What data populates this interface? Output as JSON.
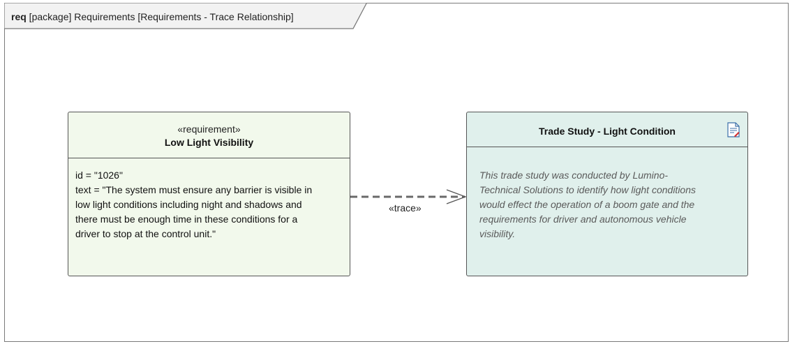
{
  "frame": {
    "keyword": "req",
    "title": " [package] Requirements [Requirements - Trace Relationship]"
  },
  "requirement": {
    "stereotype": "«requirement»",
    "name": "Low Light Visibility",
    "lines": [
      "id = \"1026\"",
      "text = \"The system must ensure any barrier is visible in",
      "low light conditions including night and shadows and",
      "there must be enough time in these conditions for a",
      "driver to stop at the control unit.\""
    ]
  },
  "trade_study": {
    "name": "Trade Study - Light Condition",
    "icon": "document-icon",
    "lines": [
      "This trade study was conducted by Lumino-",
      "Technical Solutions to identify how light conditions",
      "would effect the operation of a boom gate and the",
      "requirements for driver and autonomous vehicle",
      "visibility."
    ]
  },
  "relationship": {
    "label": "«trace»"
  },
  "colors": {
    "requirement_fill": "#f2f9ec",
    "trade_study_fill": "#e0f0ec",
    "frame_tab_fill": "#f2f2f2"
  }
}
